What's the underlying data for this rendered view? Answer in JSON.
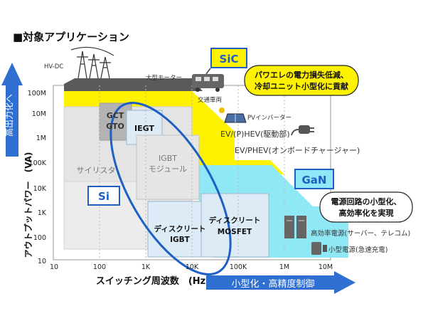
{
  "title": "■対象アプリケーション",
  "y_axis_label": "アウトプットパワー　(VA)",
  "x_axis_label": "スイッチング周波数　(Hz)",
  "y_arrow_label": "高出力化へ",
  "x_arrow_label": "小型化・高精度制御",
  "y_ticks": [
    "100M",
    "10M",
    "1M",
    "100K",
    "10K",
    "1K",
    "100",
    "10"
  ],
  "x_ticks": [
    "10",
    "100",
    "1K",
    "10K",
    "100K",
    "1M",
    "10M"
  ],
  "regions": {
    "sic_badge": "SiC",
    "gan_badge": "GaN",
    "si_badge": "Si",
    "thyristor": "サイリスタ",
    "gct_line1": "GCT",
    "gct_line2": "GTO",
    "iegt": "IEGT",
    "igbt_module_line1": "IGBT",
    "igbt_module_line2": "モジュール",
    "discrete_igbt_line1": "ディスクリート",
    "discrete_igbt_line2": "IGBT",
    "discrete_mosfet_line1": "ディスクリート",
    "discrete_mosfet_line2": "MOSFET"
  },
  "callouts": {
    "sic_line1": "パワエレの電力損失低減、",
    "sic_line2": "冷却ユニット小型化に貢献",
    "gan_line1": "電源回路の小型化、",
    "gan_line2": "高効率化を実現"
  },
  "applications": {
    "hvdc": "HV-DC",
    "large_motor": "大型モーター",
    "train": "交通車両",
    "pv_inverter": "PVインバーター",
    "ev_hev": "EV/(P)HEV(駆動部)",
    "ev_phev_charger": "EV/PHEV(オンボードチャージャー)",
    "server_psu": "高効率電源(サーバー、テレコム)",
    "small_psu": "小型電源(急速充電)"
  },
  "colors": {
    "sic_yellow": "#fff200",
    "gan_cyan": "#8fe8f5",
    "dark_gray": "#5a5a5a",
    "si_blue": "#1f5fc4",
    "arrow_blue": "#2f6fd1"
  },
  "icons": [
    "transmission-tower-icon",
    "train-icon",
    "solar-panel-icon",
    "ev-plug-icon",
    "server-rack-icon",
    "phone-charger-icon"
  ]
}
